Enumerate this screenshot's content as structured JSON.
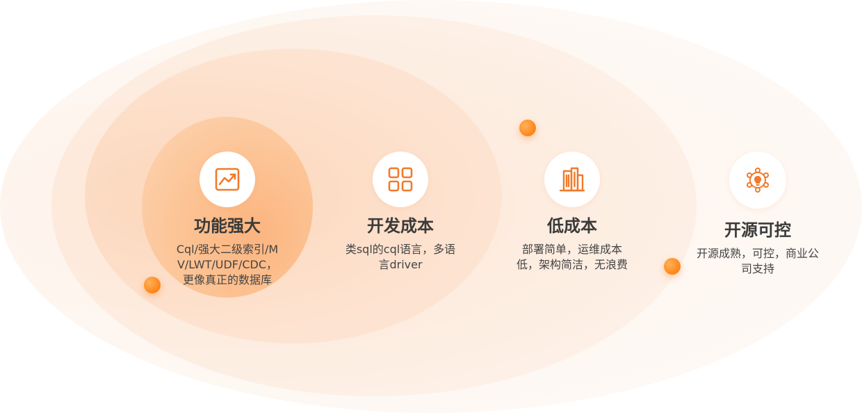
{
  "features": [
    {
      "icon": "trend-chart-icon",
      "title": "功能强大",
      "desc": "Cql/强大二级索引/MV/LWT/UDF/CDC，更像真正的数据库"
    },
    {
      "icon": "grid-icon",
      "title": "开发成本",
      "desc": "类sql的cql语言，多语言driver"
    },
    {
      "icon": "buildings-icon",
      "title": "低成本",
      "desc": "部署简单，运维成本低，架构简洁，无浪费"
    },
    {
      "icon": "network-bulb-icon",
      "title": "开源可控",
      "desc": "开源成熟，可控，商业公司支持"
    }
  ],
  "colors": {
    "accent": "#f07a2a",
    "title": "#3a3a3a",
    "text": "#444444"
  }
}
